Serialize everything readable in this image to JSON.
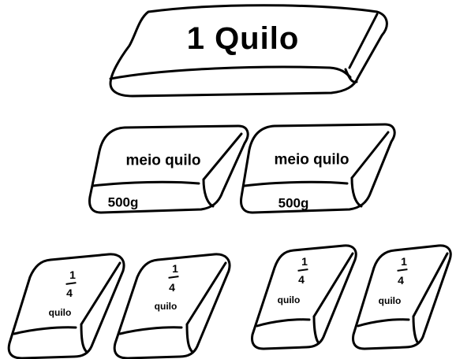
{
  "blocks": {
    "kilo": {
      "label": "1 Quilo"
    },
    "half": [
      {
        "label": "meio quilo",
        "weight": "500g"
      },
      {
        "label": "meio quilo",
        "weight": "500g"
      }
    ],
    "quarter": [
      {
        "numerator": "1",
        "denominator": "4",
        "word": "quilo"
      },
      {
        "numerator": "1",
        "denominator": "4",
        "word": "quilo"
      },
      {
        "numerator": "1",
        "denominator": "4",
        "word": "quilo"
      },
      {
        "numerator": "1",
        "denominator": "4",
        "word": "quilo"
      }
    ]
  }
}
